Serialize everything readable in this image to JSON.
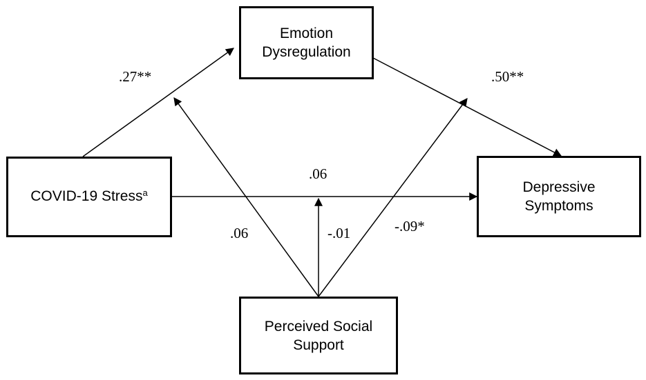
{
  "nodes": {
    "emotion_dysregulation": {
      "line1": "Emotion",
      "line2": "Dysregulation"
    },
    "covid_stress": {
      "label": "COVID-19 Stress",
      "superscript": "a"
    },
    "depressive_symptoms": {
      "line1": "Depressive",
      "line2": "Symptoms"
    },
    "perceived_social_support": {
      "line1": "Perceived Social",
      "line2": "Support"
    }
  },
  "paths": {
    "stress_to_dysregulation": ".27**",
    "dysregulation_to_depression": ".50**",
    "stress_to_depression": ".06",
    "support_moderates_a_path": ".06",
    "support_moderates_c_path": "-.01",
    "support_moderates_b_path": "-.09*"
  },
  "colors": {
    "stroke": "#000000",
    "background": "#ffffff"
  }
}
